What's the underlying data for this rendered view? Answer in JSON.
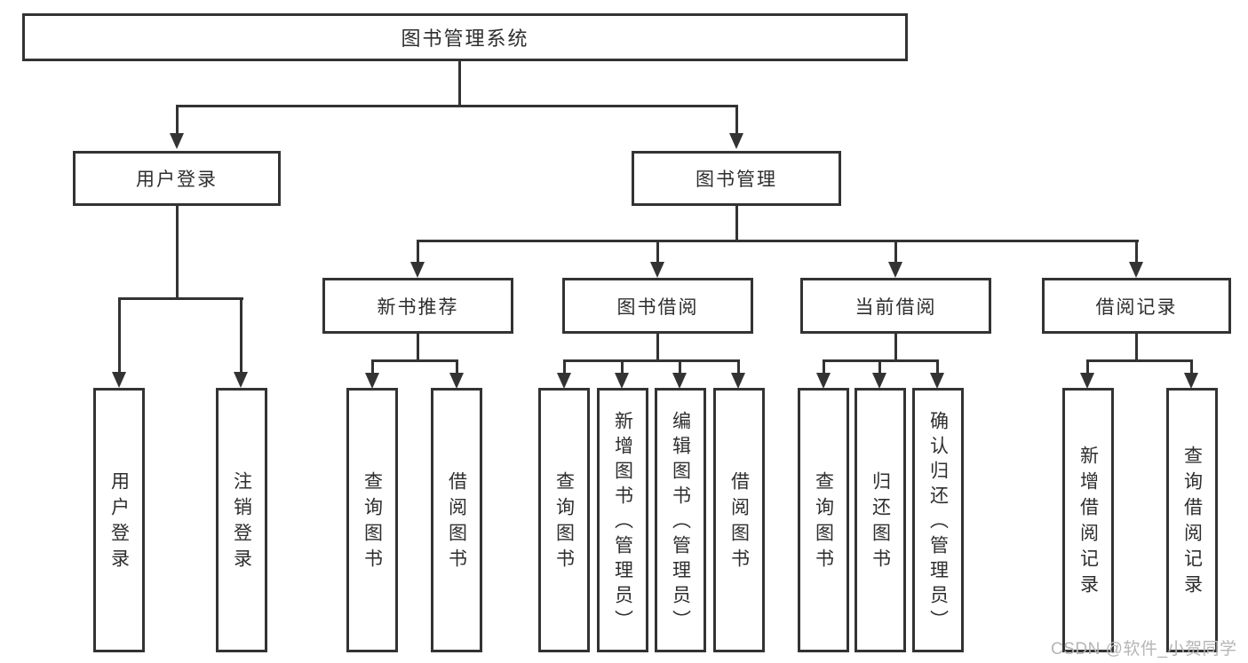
{
  "colors": {
    "line": "#333333",
    "text": "#2e2e2e",
    "background": "#ffffff",
    "watermark": "#b5b5b5"
  },
  "watermark": {
    "text": "CSDN @软件_小贺同学"
  },
  "tree": {
    "root": {
      "label": "图书管理系统",
      "children": [
        {
          "label": "用户登录",
          "children": [
            {
              "label": "用户登录"
            },
            {
              "label": "注销登录"
            }
          ]
        },
        {
          "label": "图书管理",
          "children": [
            {
              "label": "新书推荐",
              "children": [
                {
                  "label": "查询图书"
                },
                {
                  "label": "借阅图书"
                }
              ]
            },
            {
              "label": "图书借阅",
              "children": [
                {
                  "label": "查询图书"
                },
                {
                  "label": "新增图书（管理员）"
                },
                {
                  "label": "编辑图书（管理员）"
                },
                {
                  "label": "借阅图书"
                }
              ]
            },
            {
              "label": "当前借阅",
              "children": [
                {
                  "label": "查询图书"
                },
                {
                  "label": "归还图书"
                },
                {
                  "label": "确认归还（管理员）"
                }
              ]
            },
            {
              "label": "借阅记录",
              "children": [
                {
                  "label": "新增借阅记录"
                },
                {
                  "label": "查询借阅记录"
                }
              ]
            }
          ]
        }
      ]
    }
  }
}
